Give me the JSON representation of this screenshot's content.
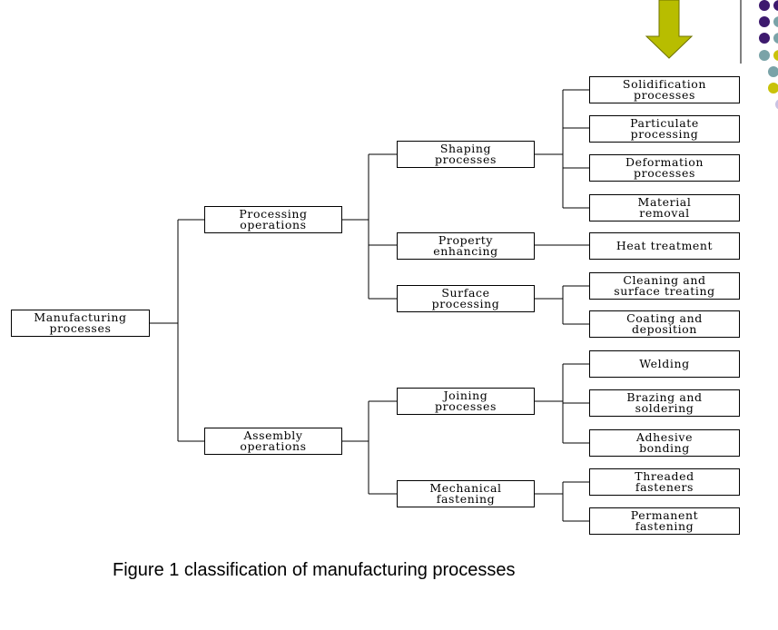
{
  "diagram": {
    "root": "Manufacturing\nprocesses",
    "level1": {
      "processing": "Processing\noperations",
      "assembly": "Assembly\noperations"
    },
    "level2": {
      "shaping": "Shaping\nprocesses",
      "property": "Property\nenhancing",
      "surface": "Surface\nprocessing",
      "joining": "Joining\nprocesses",
      "mechanical": "Mechanical\nfastening"
    },
    "level3": {
      "solidification": "Solidification\nprocesses",
      "particulate": "Particulate\nprocessing",
      "deformation": "Deformation\nprocesses",
      "material_removal": "Material\nremoval",
      "heat_treatment": "Heat treatment",
      "cleaning": "Cleaning and\nsurface treating",
      "coating": "Coating and\ndeposition",
      "welding": "Welding",
      "brazing": "Brazing and\nsoldering",
      "adhesive": "Adhesive\nbonding",
      "threaded": "Threaded\nfasteners",
      "permanent": "Permanent\nfastening"
    }
  },
  "caption": "Figure 1 classification of manufacturing processes",
  "colors": {
    "arrow": "#b8bd00",
    "arrow_edge": "#6f7300",
    "dot_purple": "#3d1a6e",
    "dot_teal": "#7aa3a8",
    "dot_yellow": "#c9c20a",
    "dot_lavender": "#c9c3e3"
  },
  "icons": [
    "down-arrow-icon",
    "decorative-dot-grid"
  ]
}
